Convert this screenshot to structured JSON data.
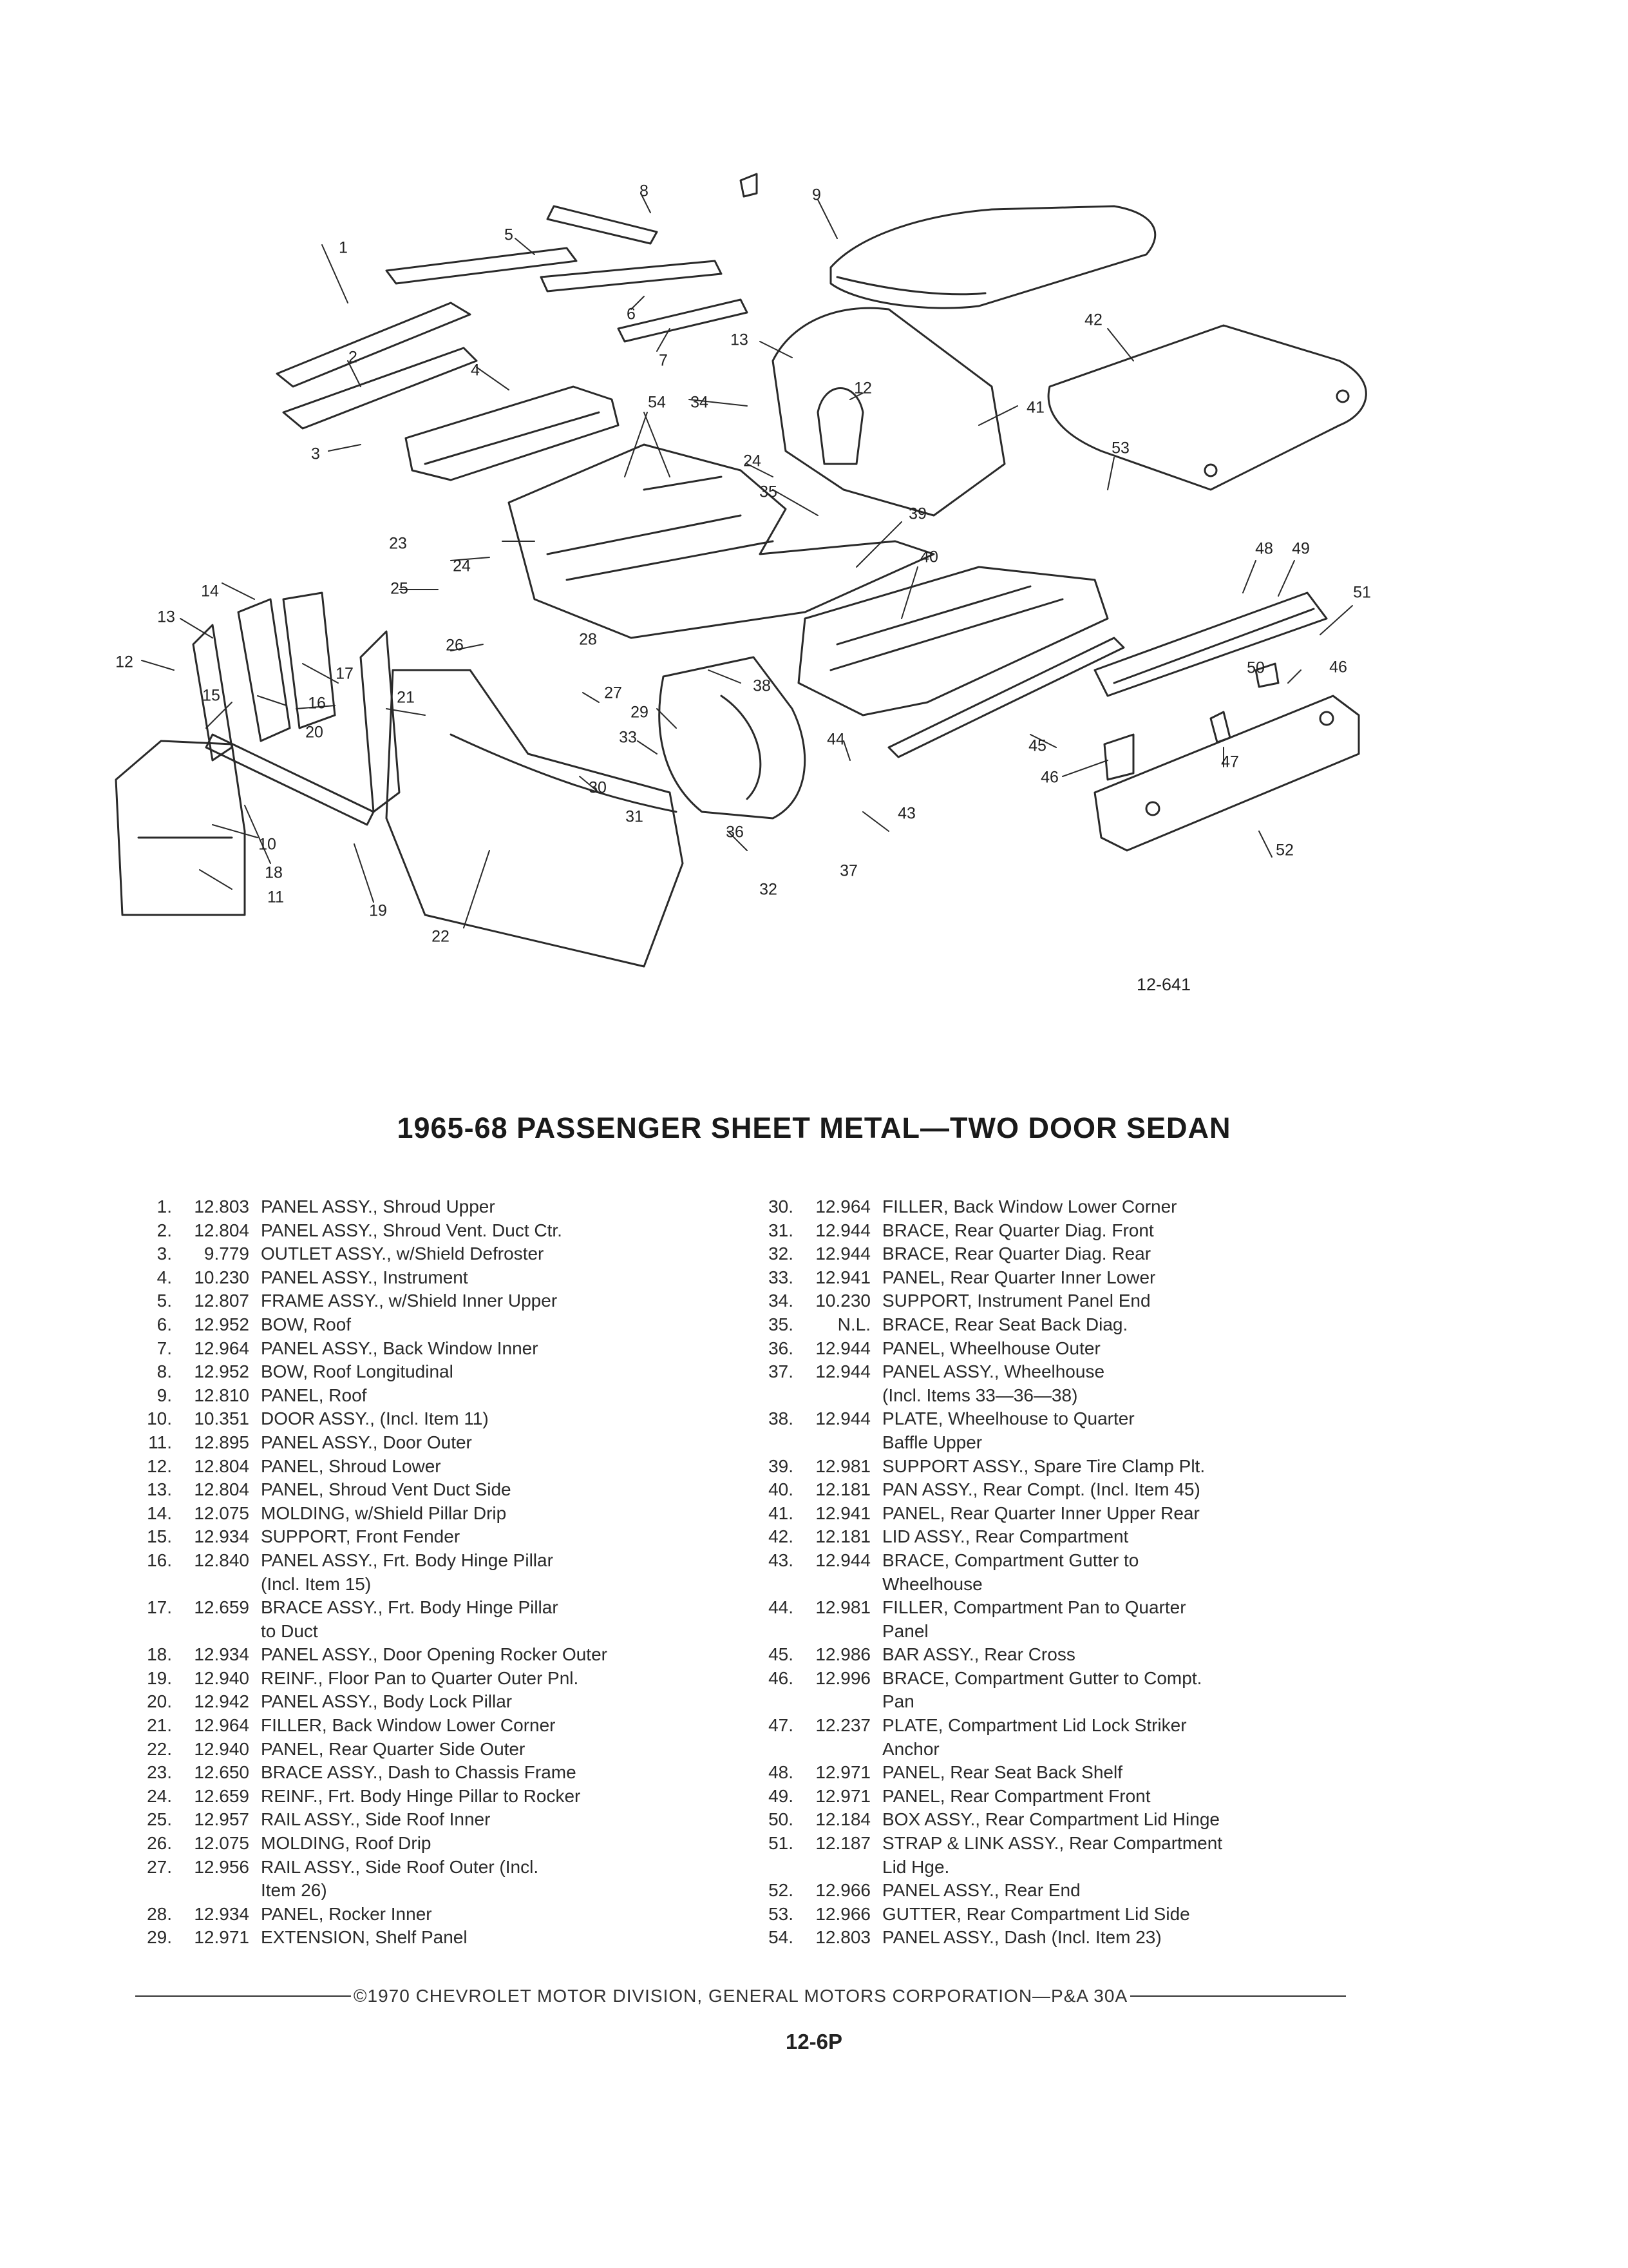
{
  "figure": {
    "id": "12-641",
    "callouts": [
      "1",
      "2",
      "3",
      "4",
      "5",
      "6",
      "7",
      "8",
      "9",
      "10",
      "11",
      "12",
      "12",
      "13",
      "13",
      "14",
      "15",
      "16",
      "17",
      "18",
      "19",
      "20",
      "21",
      "22",
      "23",
      "24",
      "24",
      "25",
      "26",
      "27",
      "28",
      "29",
      "30",
      "31",
      "32",
      "33",
      "34",
      "35",
      "36",
      "37",
      "38",
      "39",
      "40",
      "41",
      "42",
      "43",
      "44",
      "45",
      "46",
      "46",
      "47",
      "48",
      "49",
      "50",
      "51",
      "52",
      "53",
      "54"
    ]
  },
  "title": "1965-68 PASSENGER SHEET METAL—TWO DOOR SEDAN",
  "parts_left": [
    {
      "num": "1.",
      "code": "12.803",
      "desc": "PANEL ASSY., Shroud Upper"
    },
    {
      "num": "2.",
      "code": "12.804",
      "desc": "PANEL ASSY., Shroud Vent. Duct Ctr."
    },
    {
      "num": "3.",
      "code": "9.779",
      "desc": "OUTLET ASSY., w/Shield Defroster"
    },
    {
      "num": "4.",
      "code": "10.230",
      "desc": "PANEL ASSY., Instrument"
    },
    {
      "num": "5.",
      "code": "12.807",
      "desc": "FRAME ASSY., w/Shield Inner Upper"
    },
    {
      "num": "6.",
      "code": "12.952",
      "desc": "BOW, Roof"
    },
    {
      "num": "7.",
      "code": "12.964",
      "desc": "PANEL ASSY., Back Window Inner"
    },
    {
      "num": "8.",
      "code": "12.952",
      "desc": "BOW, Roof Longitudinal"
    },
    {
      "num": "9.",
      "code": "12.810",
      "desc": "PANEL, Roof"
    },
    {
      "num": "10.",
      "code": "10.351",
      "desc": "DOOR ASSY., (Incl. Item 11)"
    },
    {
      "num": "11.",
      "code": "12.895",
      "desc": "PANEL ASSY., Door Outer"
    },
    {
      "num": "12.",
      "code": "12.804",
      "desc": "PANEL, Shroud Lower"
    },
    {
      "num": "13.",
      "code": "12.804",
      "desc": "PANEL, Shroud Vent Duct Side"
    },
    {
      "num": "14.",
      "code": "12.075",
      "desc": "MOLDING, w/Shield Pillar Drip"
    },
    {
      "num": "15.",
      "code": "12.934",
      "desc": "SUPPORT, Front Fender"
    },
    {
      "num": "16.",
      "code": "12.840",
      "desc": "PANEL ASSY., Frt. Body Hinge Pillar"
    },
    {
      "cont": "(Incl. Item 15)"
    },
    {
      "num": "17.",
      "code": "12.659",
      "desc": "BRACE ASSY., Frt. Body Hinge Pillar"
    },
    {
      "cont": "to Duct"
    },
    {
      "num": "18.",
      "code": "12.934",
      "desc": "PANEL ASSY., Door Opening Rocker Outer"
    },
    {
      "num": "19.",
      "code": "12.940",
      "desc": "REINF., Floor Pan to Quarter Outer Pnl."
    },
    {
      "num": "20.",
      "code": "12.942",
      "desc": "PANEL ASSY., Body Lock Pillar"
    },
    {
      "num": "21.",
      "code": "12.964",
      "desc": "FILLER, Back Window Lower Corner"
    },
    {
      "num": "22.",
      "code": "12.940",
      "desc": "PANEL, Rear Quarter Side Outer"
    },
    {
      "num": "23.",
      "code": "12.650",
      "desc": "BRACE ASSY., Dash to Chassis Frame"
    },
    {
      "num": "24.",
      "code": "12.659",
      "desc": "REINF., Frt. Body Hinge Pillar to Rocker"
    },
    {
      "num": "25.",
      "code": "12.957",
      "desc": "RAIL ASSY., Side Roof Inner"
    },
    {
      "num": "26.",
      "code": "12.075",
      "desc": "MOLDING, Roof Drip"
    },
    {
      "num": "27.",
      "code": "12.956",
      "desc": "RAIL ASSY., Side Roof Outer (Incl."
    },
    {
      "cont": "Item 26)"
    },
    {
      "num": "28.",
      "code": "12.934",
      "desc": "PANEL, Rocker Inner"
    },
    {
      "num": "29.",
      "code": "12.971",
      "desc": "EXTENSION, Shelf Panel"
    }
  ],
  "parts_right": [
    {
      "num": "30.",
      "code": "12.964",
      "desc": "FILLER, Back Window Lower Corner"
    },
    {
      "num": "31.",
      "code": "12.944",
      "desc": "BRACE, Rear Quarter Diag. Front"
    },
    {
      "num": "32.",
      "code": "12.944",
      "desc": "BRACE, Rear Quarter Diag. Rear"
    },
    {
      "num": "33.",
      "code": "12.941",
      "desc": "PANEL, Rear Quarter Inner Lower"
    },
    {
      "num": "34.",
      "code": "10.230",
      "desc": "SUPPORT, Instrument Panel End"
    },
    {
      "num": "35.",
      "code": "N.L.",
      "desc": "BRACE, Rear Seat Back Diag."
    },
    {
      "num": "36.",
      "code": "12.944",
      "desc": "PANEL, Wheelhouse Outer"
    },
    {
      "num": "37.",
      "code": "12.944",
      "desc": "PANEL ASSY., Wheelhouse"
    },
    {
      "cont": "(Incl. Items 33—36—38)"
    },
    {
      "num": "38.",
      "code": "12.944",
      "desc": "PLATE, Wheelhouse to Quarter"
    },
    {
      "cont": "Baffle Upper"
    },
    {
      "num": "39.",
      "code": "12.981",
      "desc": "SUPPORT ASSY., Spare Tire Clamp Plt."
    },
    {
      "num": "40.",
      "code": "12.181",
      "desc": "PAN ASSY., Rear Compt. (Incl. Item 45)"
    },
    {
      "num": "41.",
      "code": "12.941",
      "desc": "PANEL, Rear Quarter Inner Upper Rear"
    },
    {
      "num": "42.",
      "code": "12.181",
      "desc": "LID ASSY., Rear Compartment"
    },
    {
      "num": "43.",
      "code": "12.944",
      "desc": "BRACE, Compartment Gutter to"
    },
    {
      "cont": "Wheelhouse"
    },
    {
      "num": "44.",
      "code": "12.981",
      "desc": "FILLER, Compartment Pan to Quarter"
    },
    {
      "cont": "Panel"
    },
    {
      "num": "45.",
      "code": "12.986",
      "desc": "BAR ASSY., Rear Cross"
    },
    {
      "num": "46.",
      "code": "12.996",
      "desc": "BRACE, Compartment Gutter to Compt."
    },
    {
      "cont": "Pan"
    },
    {
      "num": "47.",
      "code": "12.237",
      "desc": "PLATE, Compartment Lid Lock Striker"
    },
    {
      "cont": "Anchor"
    },
    {
      "num": "48.",
      "code": "12.971",
      "desc": "PANEL, Rear Seat Back Shelf"
    },
    {
      "num": "49.",
      "code": "12.971",
      "desc": "PANEL, Rear Compartment Front"
    },
    {
      "num": "50.",
      "code": "12.184",
      "desc": "BOX ASSY., Rear Compartment Lid Hinge"
    },
    {
      "num": "51.",
      "code": "12.187",
      "desc": "STRAP & LINK ASSY., Rear Compartment"
    },
    {
      "cont": "Lid Hge."
    },
    {
      "num": "52.",
      "code": "12.966",
      "desc": "PANEL ASSY., Rear End"
    },
    {
      "num": "53.",
      "code": "12.966",
      "desc": "GUTTER, Rear Compartment Lid Side"
    },
    {
      "num": "54.",
      "code": "12.803",
      "desc": "PANEL ASSY., Dash (Incl. Item 23)"
    }
  ],
  "footer": "©1970 CHEVROLET MOTOR DIVISION, GENERAL MOTORS CORPORATION—P&A 30A",
  "page_number": "12-6P"
}
